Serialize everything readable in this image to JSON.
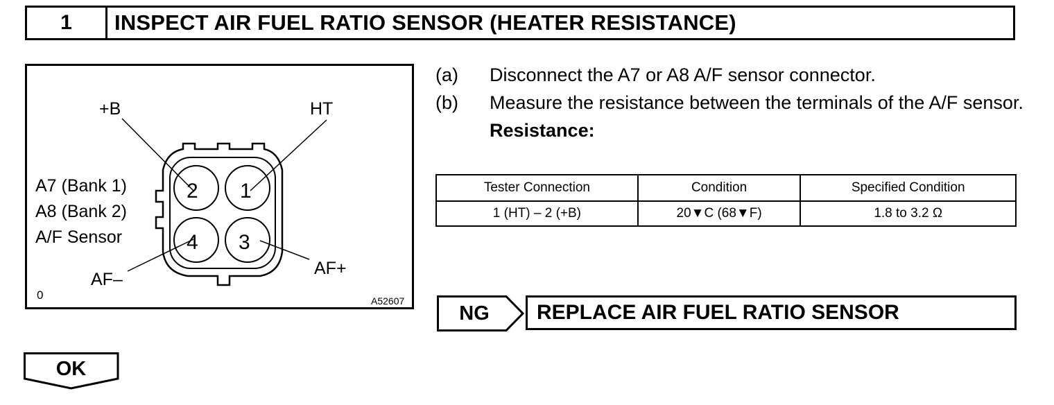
{
  "header": {
    "step_number": "1",
    "title": "INSPECT AIR FUEL RATIO SENSOR (HEATER RESISTANCE)"
  },
  "diagram": {
    "terminal_1": "1",
    "terminal_2": "2",
    "terminal_3": "3",
    "terminal_4": "4",
    "label_plus_b": "+B",
    "label_ht": "HT",
    "label_af_minus": "AF–",
    "label_af_plus": "AF+",
    "sensor_lines": [
      "A7 (Bank 1)",
      "A8 (Bank 2)",
      "A/F Sensor"
    ],
    "corner_mark": "0",
    "figure_code": "A52607"
  },
  "steps": [
    {
      "marker": "(a)",
      "text": "Disconnect the A7 or A8 A/F sensor connector."
    },
    {
      "marker": "(b)",
      "text": "Measure the resistance between the terminals of the A/F sensor."
    }
  ],
  "resistance_label": "Resistance:",
  "table": {
    "headers": [
      "Tester Connection",
      "Condition",
      "Specified Condition"
    ],
    "row": [
      "1 (HT) – 2 (+B)",
      "20▼C (68▼F)",
      "1.8 to 3.2 Ω"
    ]
  },
  "ng": {
    "label": "NG",
    "action": "REPLACE AIR FUEL RATIO SENSOR"
  },
  "ok": {
    "label": "OK"
  }
}
